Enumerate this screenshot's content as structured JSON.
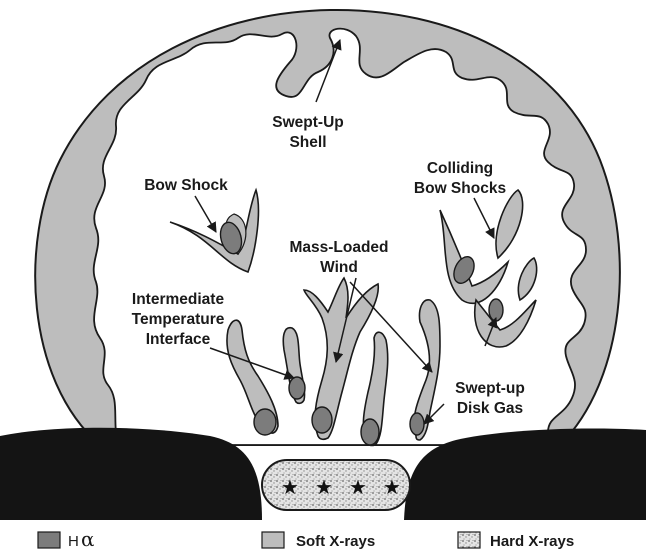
{
  "diagram": {
    "labels": {
      "swept_up_shell": [
        "Swept-Up",
        "Shell"
      ],
      "bow_shock": "Bow Shock",
      "colliding_bow_shocks": [
        "Colliding",
        "Bow Shocks"
      ],
      "mass_loaded_wind": [
        "Mass-Loaded",
        "Wind"
      ],
      "intermediate_interface": [
        "Intermediate",
        "Temperature",
        "Interface"
      ],
      "swept_up_disk_gas": [
        "Swept-up",
        "Disk Gas"
      ]
    },
    "legend": [
      {
        "label": "H",
        "greek": "α",
        "fill": "#7c7c7c"
      },
      {
        "label": "Soft X-rays",
        "fill": "#bdbdbd"
      },
      {
        "label": "Hard X-rays",
        "fill": "#d8d8d8"
      }
    ],
    "colors": {
      "shell": "#bdbdbd",
      "halpha": "#7c7c7c",
      "disk": "#141414",
      "outline": "#1a1a1a",
      "interior": "#ffffff"
    },
    "icons": {
      "stars": "star-icon",
      "hard_xray_pattern": "stipple"
    }
  }
}
